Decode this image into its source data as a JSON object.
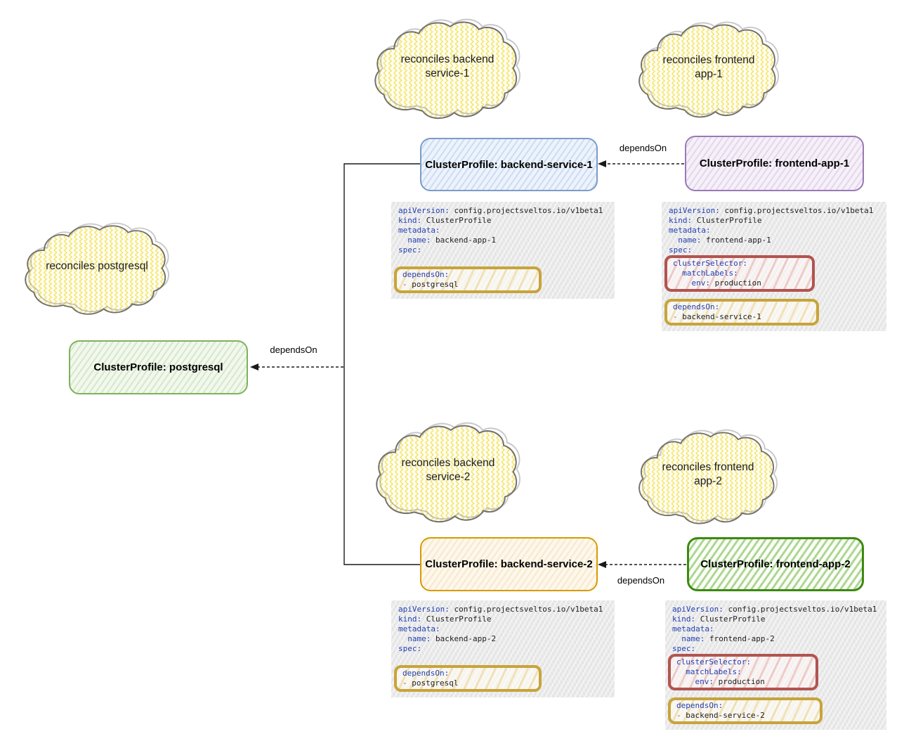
{
  "palette": {
    "node_blue_border": "#7b9cc9",
    "node_purple_border": "#9a79b5",
    "node_green_border": "#7cb35b",
    "node_orange_border": "#d79b00",
    "node_darkgreen_border": "#3c8a10",
    "cloud_hatch_yellow": "#f2e35c",
    "highlight_gold": "#c7a43c",
    "highlight_red": "#b25450",
    "yaml_key_blue": "#2440b3",
    "yaml_dash_maroon": "#a04f6b"
  },
  "clouds": {
    "backend1": {
      "line1": "reconciles backend",
      "line2": "service-1"
    },
    "frontend1": {
      "line1": "reconciles frontend",
      "line2": "app-1"
    },
    "postgresql": {
      "line1": "reconciles postgresql",
      "line2": ""
    },
    "backend2": {
      "line1": "reconciles backend",
      "line2": "service-2"
    },
    "frontend2": {
      "line1": "reconciles frontend",
      "line2": "app-2"
    }
  },
  "profiles": {
    "backend1": {
      "title": "ClusterProfile: backend-service-1"
    },
    "frontend1": {
      "title": "ClusterProfile: frontend-app-1"
    },
    "postgresql": {
      "title": "ClusterProfile: postgresql"
    },
    "backend2": {
      "title": "ClusterProfile: backend-service-2"
    },
    "frontend2": {
      "title": "ClusterProfile: frontend-app-2"
    }
  },
  "edges": {
    "frontend1_to_backend1": {
      "label": "dependsOn"
    },
    "backends_to_postgresql": {
      "label": "dependsOn"
    },
    "frontend2_to_backend2": {
      "label": "dependsOn"
    }
  },
  "yaml_backend1": {
    "lines": [
      {
        "k": "apiVersion:",
        "v": " config.projectsveltos.io/v1beta1"
      },
      {
        "k": "kind:",
        "v": " ClusterProfile"
      },
      {
        "k": "metadata:",
        "v": ""
      },
      {
        "k": "  name:",
        "v": " backend-app-1"
      },
      {
        "k": "spec:",
        "v": ""
      }
    ],
    "hl_depends": {
      "k": "dependsOn:",
      "dash": "-",
      "v": " postgresql"
    }
  },
  "yaml_frontend1": {
    "lines": [
      {
        "k": "apiVersion:",
        "v": " config.projectsveltos.io/v1beta1"
      },
      {
        "k": "kind:",
        "v": " ClusterProfile"
      },
      {
        "k": "metadata:",
        "v": ""
      },
      {
        "k": "  name:",
        "v": " frontend-app-1"
      },
      {
        "k": "spec:",
        "v": ""
      }
    ],
    "hl_selector": {
      "l1k": "clusterSelector:",
      "l2k": "  matchLabels:",
      "l3k": "    env:",
      "l3v": " production"
    },
    "hl_depends": {
      "k": "dependsOn:",
      "dash": "-",
      "v": " backend-service-1"
    }
  },
  "yaml_backend2": {
    "lines": [
      {
        "k": "apiVersion:",
        "v": " config.projectsveltos.io/v1beta1"
      },
      {
        "k": "kind:",
        "v": " ClusterProfile"
      },
      {
        "k": "metadata:",
        "v": ""
      },
      {
        "k": "  name:",
        "v": " backend-app-2"
      },
      {
        "k": "spec:",
        "v": ""
      }
    ],
    "hl_depends": {
      "k": "dependsOn:",
      "dash": "-",
      "v": " postgresql"
    }
  },
  "yaml_frontend2": {
    "lines": [
      {
        "k": "apiVersion:",
        "v": " config.projectsveltos.io/v1beta1"
      },
      {
        "k": "kind:",
        "v": " ClusterProfile"
      },
      {
        "k": "metadata:",
        "v": ""
      },
      {
        "k": "  name:",
        "v": " frontend-app-2"
      },
      {
        "k": "spec:",
        "v": ""
      }
    ],
    "hl_selector": {
      "l1k": "clusterSelector:",
      "l2k": "  matchLabels:",
      "l3k": "    env:",
      "l3v": " production"
    },
    "hl_depends": {
      "k": "dependsOn:",
      "dash": "-",
      "v": " backend-service-2"
    }
  }
}
